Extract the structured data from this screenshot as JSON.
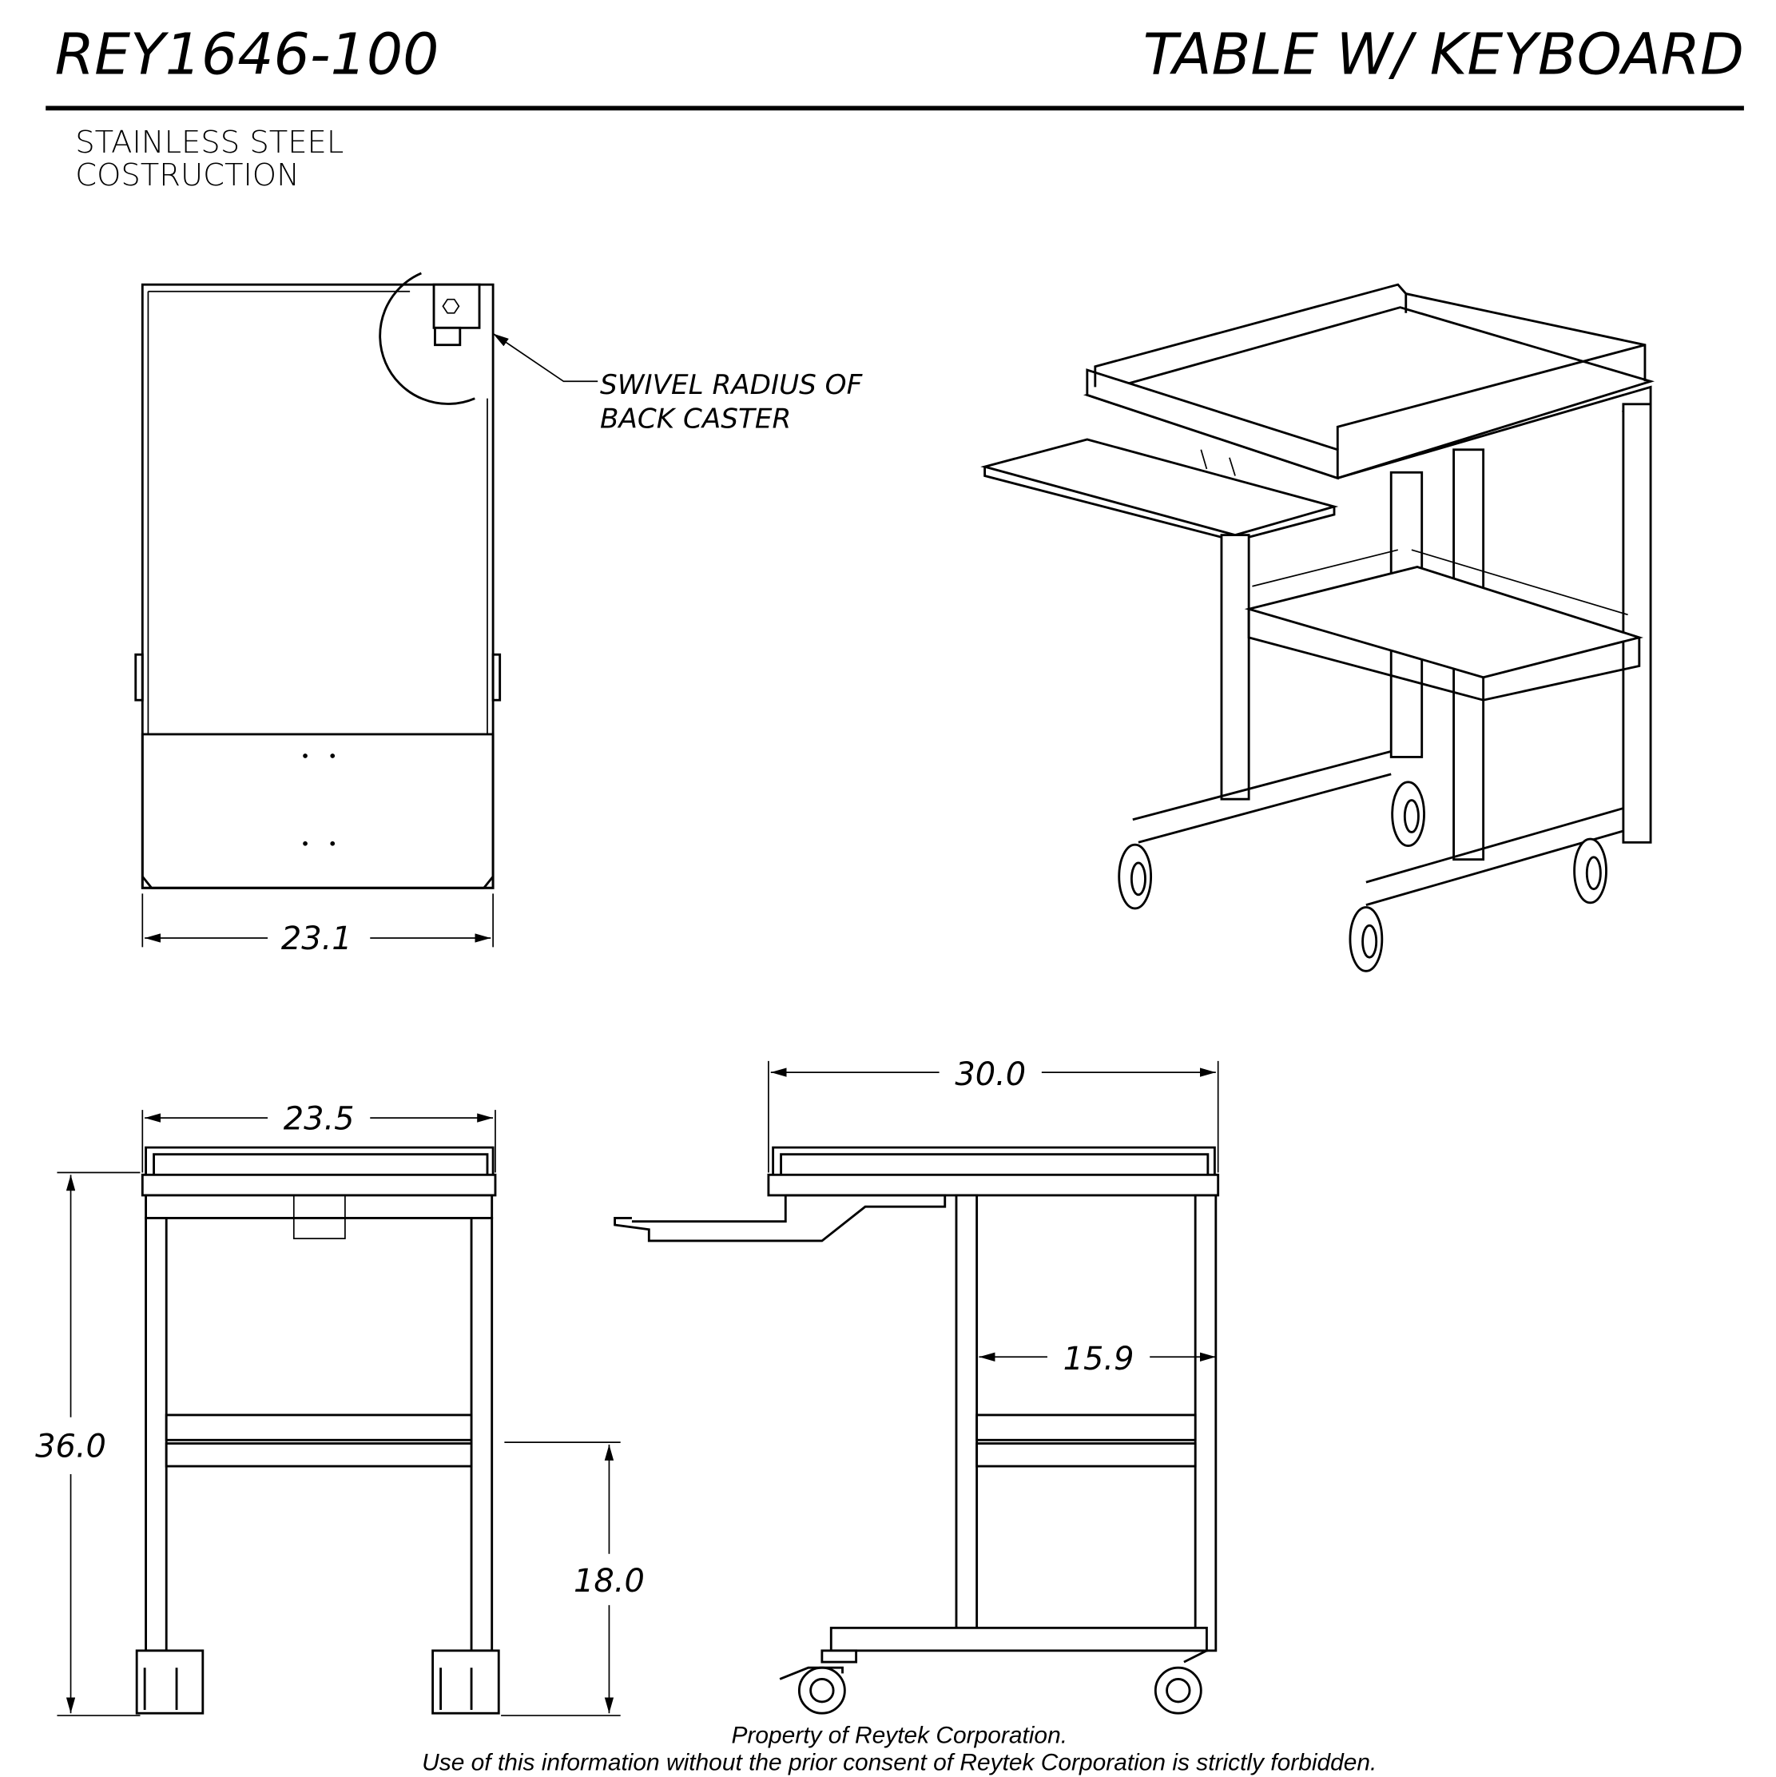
{
  "header": {
    "part_number": "REY1646-100",
    "title": "TABLE W/ KEYBOARD"
  },
  "notes": {
    "line1": "STAINLESS STEEL",
    "line2": "COSTRUCTION"
  },
  "callout": {
    "line1": "SWIVEL RADIUS OF",
    "line2": "BACK CASTER"
  },
  "dimensions": {
    "top_width": "23.1",
    "front_width": "23.5",
    "height": "36.0",
    "shelf_height": "18.0",
    "side_depth": "30.0",
    "leg_clearance": "15.9"
  },
  "footer": {
    "line1": "Property of Reytek Corporation.",
    "line2": "Use of this information without the prior consent of Reytek Corporation is strictly forbidden."
  }
}
